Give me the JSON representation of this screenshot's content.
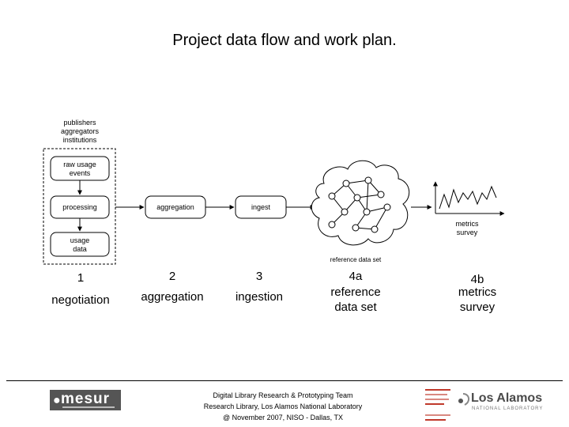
{
  "title": "Project data flow and work plan.",
  "diagram": {
    "source_heading": [
      "publishers",
      "aggregators",
      "institutions"
    ],
    "boxes": {
      "raw_usage_events": [
        "raw usage",
        "events"
      ],
      "processing": "processing",
      "usage_data": [
        "usage",
        "data"
      ],
      "aggregation": "aggregation",
      "ingest": "ingest"
    },
    "cloud_label": "reference data set",
    "metrics_label": [
      "metrics",
      "survey"
    ]
  },
  "stages": [
    {
      "num": "1",
      "label": "negotiation"
    },
    {
      "num": "2",
      "label": "aggregation"
    },
    {
      "num": "3",
      "label": "ingestion"
    },
    {
      "num": "4a",
      "label": "reference data set"
    },
    {
      "num": "4b",
      "label": "metrics survey"
    }
  ],
  "footer": {
    "line1": "Digital Library Research & Prototyping Team",
    "line2": "Research Library, Los Alamos National Laboratory",
    "line3": "@ November 2007, NISO - Dallas, TX"
  },
  "logos": {
    "mesur": "mesur",
    "lanl_main": "Los Alamos",
    "lanl_sub": "NATIONAL LABORATORY"
  },
  "colors": {
    "accent_logo": "#5a5a5a",
    "lab_red": "#c0392b"
  }
}
